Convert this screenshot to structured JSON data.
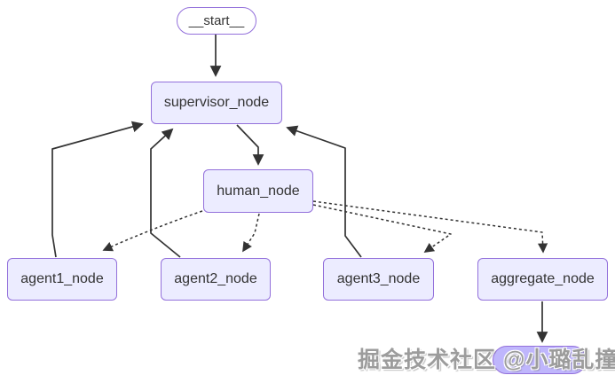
{
  "diagram": {
    "type": "flowchart",
    "direction": "top-down",
    "nodes": {
      "start": {
        "label": "__start__",
        "shape": "stadium"
      },
      "supervisor": {
        "label": "supervisor_node",
        "shape": "rect"
      },
      "human": {
        "label": "human_node",
        "shape": "rect"
      },
      "agent1": {
        "label": "agent1_node",
        "shape": "rect"
      },
      "agent2": {
        "label": "agent2_node",
        "shape": "rect"
      },
      "agent3": {
        "label": "agent3_node",
        "shape": "rect"
      },
      "aggregate": {
        "label": "aggregate_node",
        "shape": "rect"
      },
      "end": {
        "label": "",
        "shape": "stadium"
      }
    },
    "edges": [
      {
        "from": "__start__",
        "to": "supervisor_node",
        "style": "solid"
      },
      {
        "from": "supervisor_node",
        "to": "human_node",
        "style": "solid"
      },
      {
        "from": "human_node",
        "to": "agent1_node",
        "style": "dotted"
      },
      {
        "from": "human_node",
        "to": "agent2_node",
        "style": "dotted"
      },
      {
        "from": "human_node",
        "to": "agent3_node",
        "style": "dotted"
      },
      {
        "from": "human_node",
        "to": "aggregate_node",
        "style": "dotted"
      },
      {
        "from": "agent1_node",
        "to": "supervisor_node",
        "style": "solid"
      },
      {
        "from": "agent2_node",
        "to": "supervisor_node",
        "style": "solid"
      },
      {
        "from": "agent3_node",
        "to": "supervisor_node",
        "style": "solid"
      },
      {
        "from": "aggregate_node",
        "to": "end",
        "style": "solid"
      }
    ],
    "colors": {
      "node_fill": "#ECECFF",
      "node_border": "#9370DB",
      "start_fill": "#FFFFFF",
      "end_fill": "#BFB6FC",
      "edge": "#333333",
      "text": "#333333"
    }
  },
  "watermark": {
    "text": "掘金技术社区 @小璐乱撞",
    "color": "#9C9C9C"
  }
}
